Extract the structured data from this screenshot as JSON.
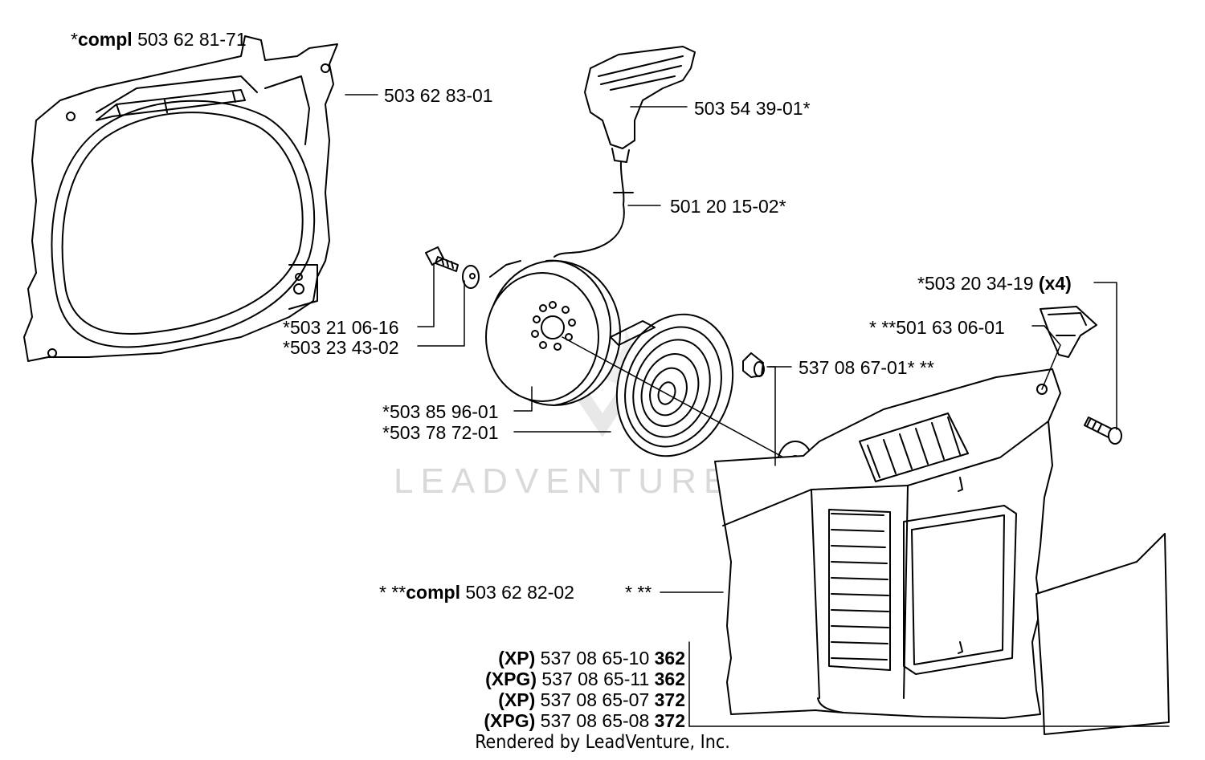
{
  "labels": {
    "housing_compl": {
      "pre": "*",
      "bold": "compl",
      "rest": " 503 62 81-71"
    },
    "housing": "503 62 83-01",
    "handle": "503 54 39-01*",
    "cord": "501 20 15-02*",
    "screw_set": "*503 20 34-19 ",
    "screw_set_qty": "(x4)",
    "bushing": "* **501 63 06-01",
    "bearing": "537 08 67-01* **",
    "bolt": "*503 21 06-16",
    "washer": "*503 23 43-02",
    "pulley": "*503 85 96-01",
    "spring": "*503 78 72-01",
    "cover_compl": {
      "pre": "* **",
      "bold": "compl",
      "rest": " 503 62 82-02"
    },
    "cover_marks": "* **",
    "variants": [
      {
        "tag": "(XP)",
        "num": " 537 08 65-10 ",
        "model": "362"
      },
      {
        "tag": "(XPG)",
        "num": " 537 08 65-11 ",
        "model": "362"
      },
      {
        "tag": "(XP)",
        "num": " 537 08 65-07 ",
        "model": "372"
      },
      {
        "tag": "(XPG)",
        "num": " 537 08 65-08 ",
        "model": "372"
      }
    ]
  },
  "watermark": "LEADVENTURE",
  "footer": "Rendered by LeadVenture, Inc."
}
